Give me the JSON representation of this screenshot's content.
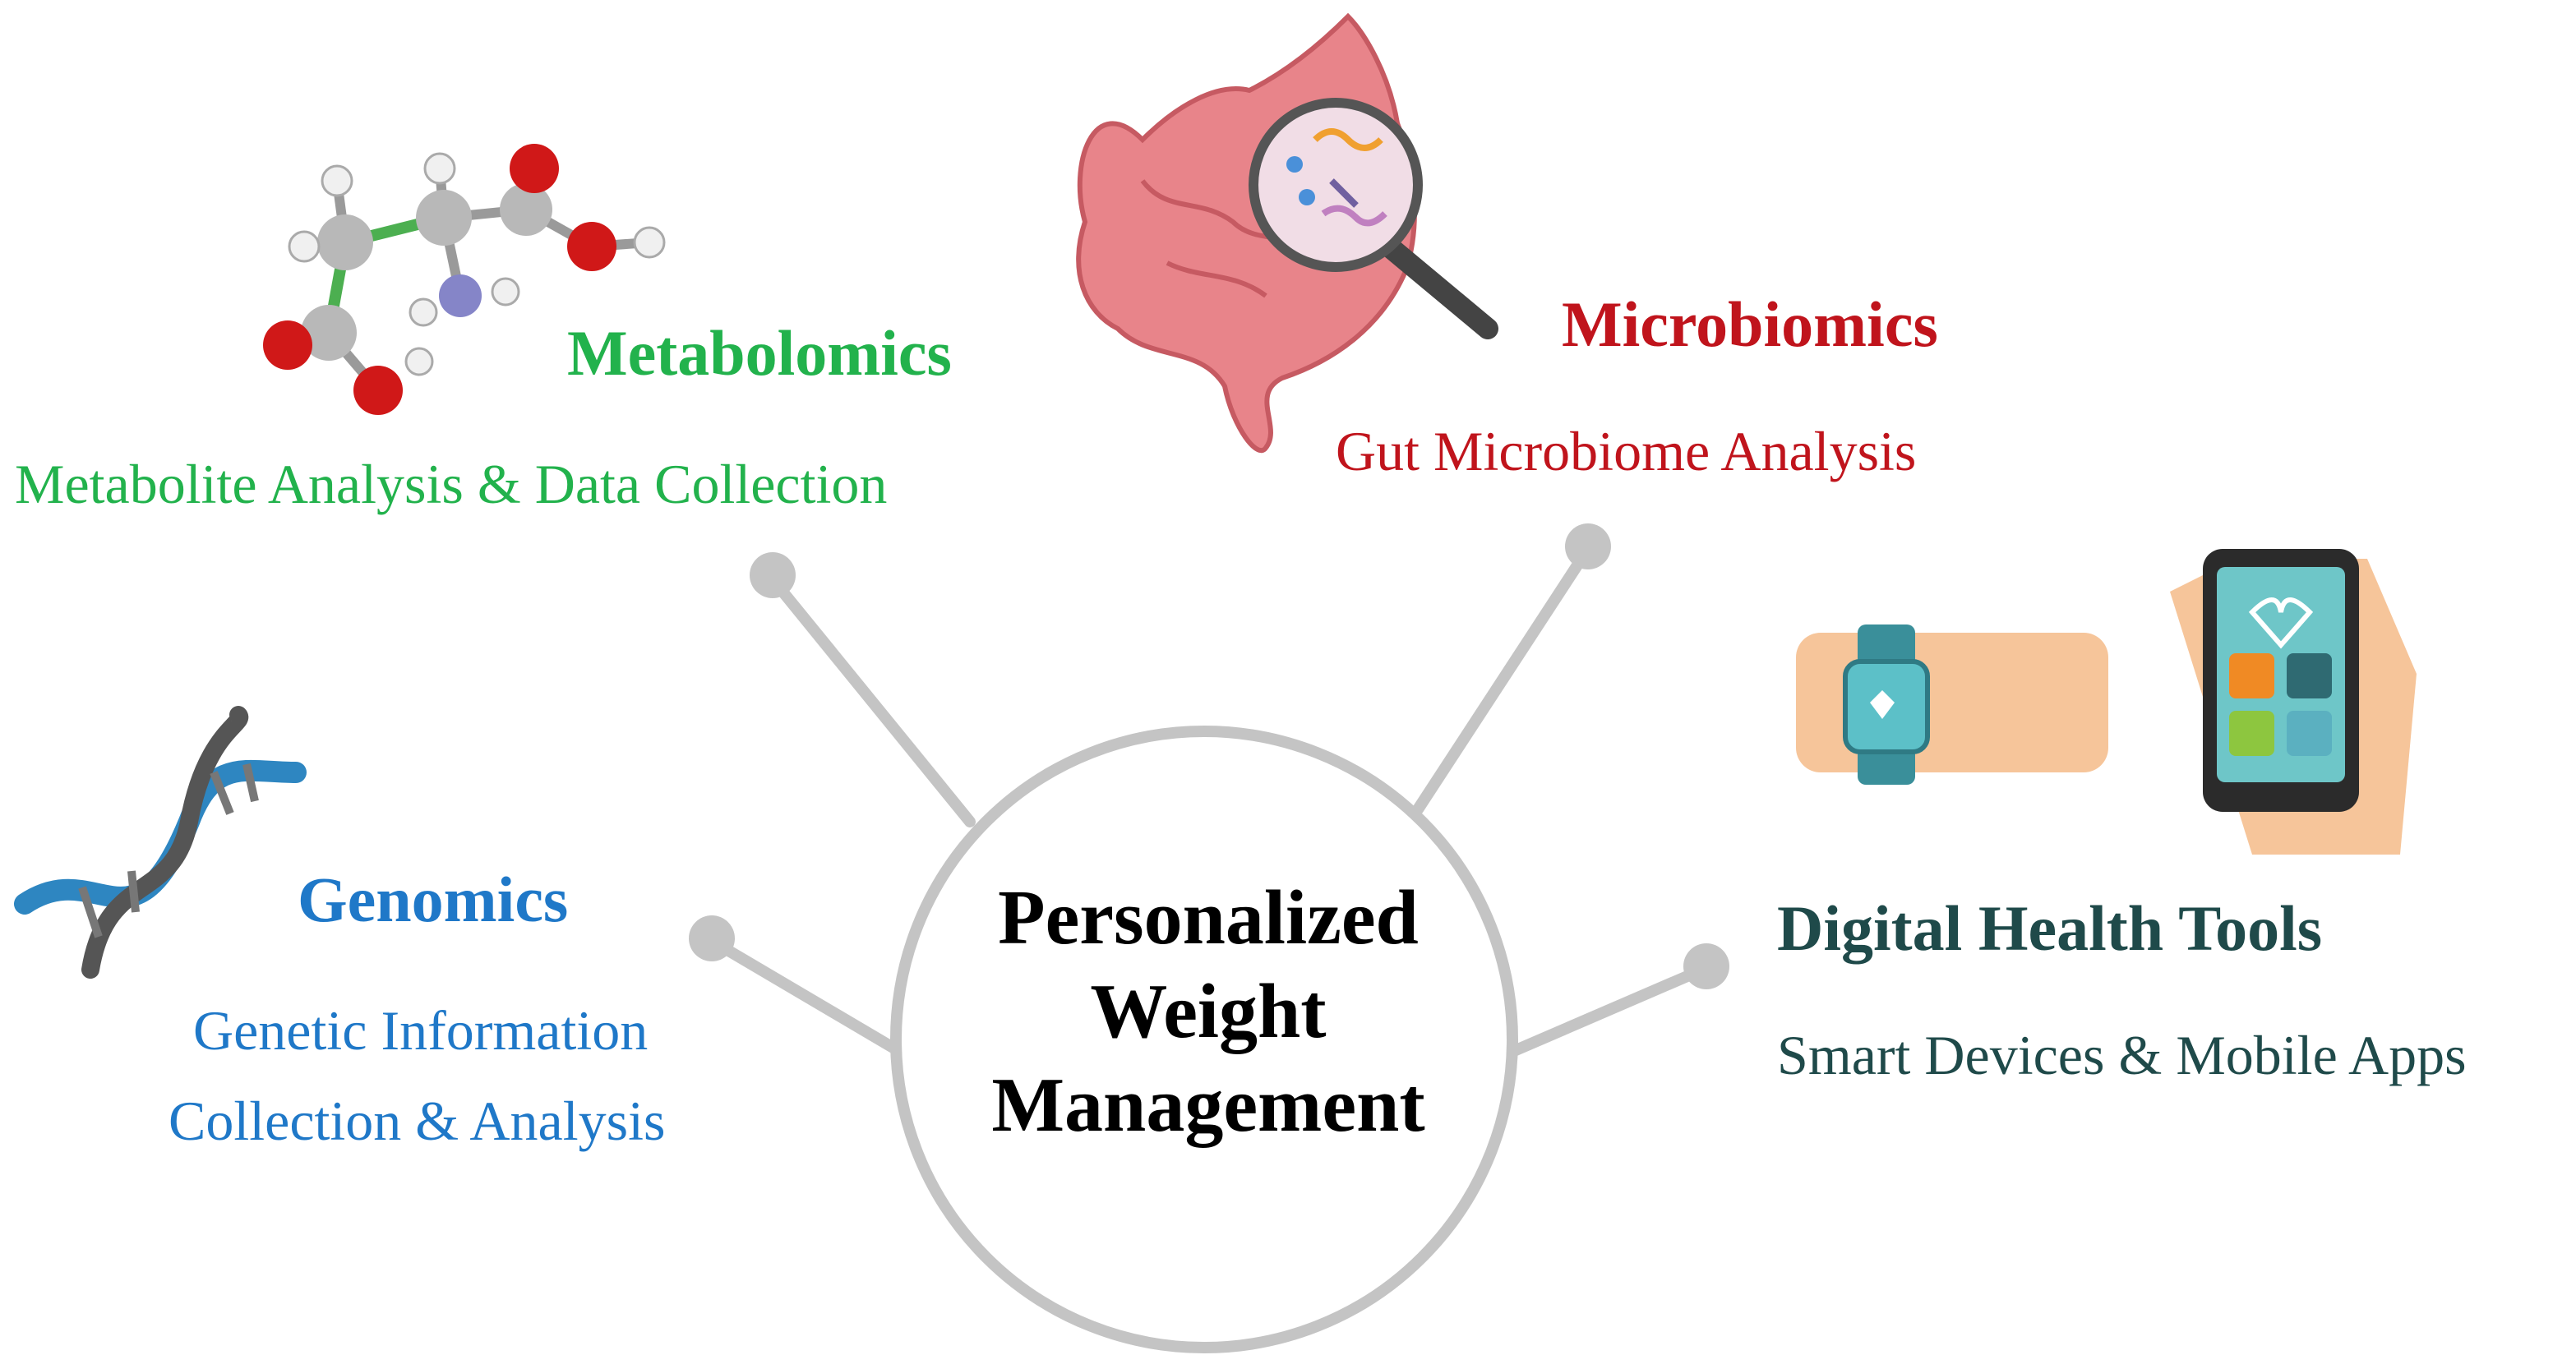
{
  "center": {
    "line1": "Personalized",
    "line2": "Weight",
    "line3": "Management"
  },
  "metabolomics": {
    "title": "Metabolomics",
    "subtitle": "Metabolite Analysis & Data Collection"
  },
  "microbiomics": {
    "title": "Microbiomics",
    "subtitle": "Gut Microbiome Analysis"
  },
  "genomics": {
    "title": "Genomics",
    "subtitle_line1": "Genetic Information",
    "subtitle_line2": "Collection & Analysis"
  },
  "digital": {
    "title": "Digital Health Tools",
    "subtitle": "Smart Devices & Mobile Apps"
  },
  "colors": {
    "metabolomics": "#22b24c",
    "microbiomics": "#c0141c",
    "genomics": "#1f78c8",
    "digital": "#1f4a4a",
    "connector": "#c4c4c4"
  },
  "icons": {
    "metabolomics": "molecule-icon",
    "microbiomics": "gut-magnifier-icon",
    "genomics": "dna-helix-icon",
    "digital": "smartwatch-phone-icon"
  }
}
